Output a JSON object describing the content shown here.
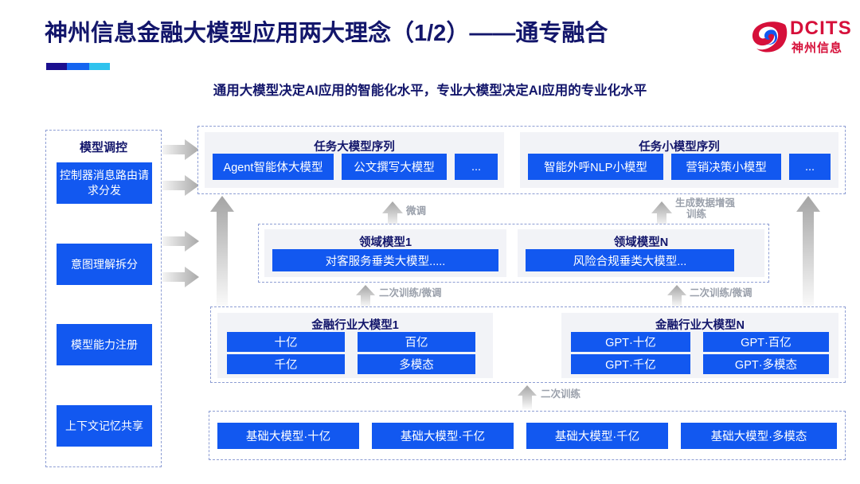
{
  "header": {
    "title": "神州信息金融大模型应用两大理念（1/2）——通专融合",
    "subtitle": "通用大模型决定AI应用的智能化水平，专业大模型决定AI应用的专业化水平",
    "logo_wordmark": "DCITS",
    "logo_cn": "神州信息",
    "accent_colors": [
      "#1b0f8f",
      "#1565f0",
      "#2fc3ee"
    ],
    "title_color": "#13166b",
    "logo_color": "#d6103a"
  },
  "sidebar": {
    "title": "模型调控",
    "items": [
      {
        "label": "控制器消息路由请求分发"
      },
      {
        "label": "意图理解拆分"
      },
      {
        "label": "模型能力注册"
      },
      {
        "label": "上下文记忆共享"
      }
    ]
  },
  "task_layer": {
    "left": {
      "title": "任务大模型序列",
      "items": [
        "Agent智能体大模型",
        "公文撰写大模型",
        "..."
      ]
    },
    "right": {
      "title": "任务小模型序列",
      "items": [
        "智能外呼NLP小模型",
        "营销决策小模型",
        "..."
      ]
    }
  },
  "domain_layer": {
    "left": {
      "title": "领域模型1",
      "item": "对客服务垂类大模型....."
    },
    "right": {
      "title": "领域模型N",
      "item": "风险合规垂类大模型..."
    }
  },
  "industry_layer": {
    "left": {
      "title": "金融行业大模型1",
      "items": [
        "十亿",
        "百亿",
        "千亿",
        "多模态"
      ]
    },
    "right": {
      "title": "金融行业大模型N",
      "items": [
        "GPT·十亿",
        "GPT·百亿",
        "GPT·千亿",
        "GPT·多模态"
      ]
    }
  },
  "base_layer": {
    "items": [
      "基础大模型·十亿",
      "基础大模型·千亿",
      "基础大模型·千亿",
      "基础大模型·多模态"
    ]
  },
  "captions": {
    "finetune": "微调",
    "data_aug_line1": "生成数据增强",
    "data_aug_line2": "训练",
    "retrain_finetune_left": "二次训练/微调",
    "retrain_finetune_right": "二次训练/微调",
    "retrain": "二次训练"
  },
  "colors": {
    "blue": "#1258f0",
    "panel": "#f2f3f7",
    "dash": "#8e9ed4",
    "caption": "#9aa0ab"
  }
}
